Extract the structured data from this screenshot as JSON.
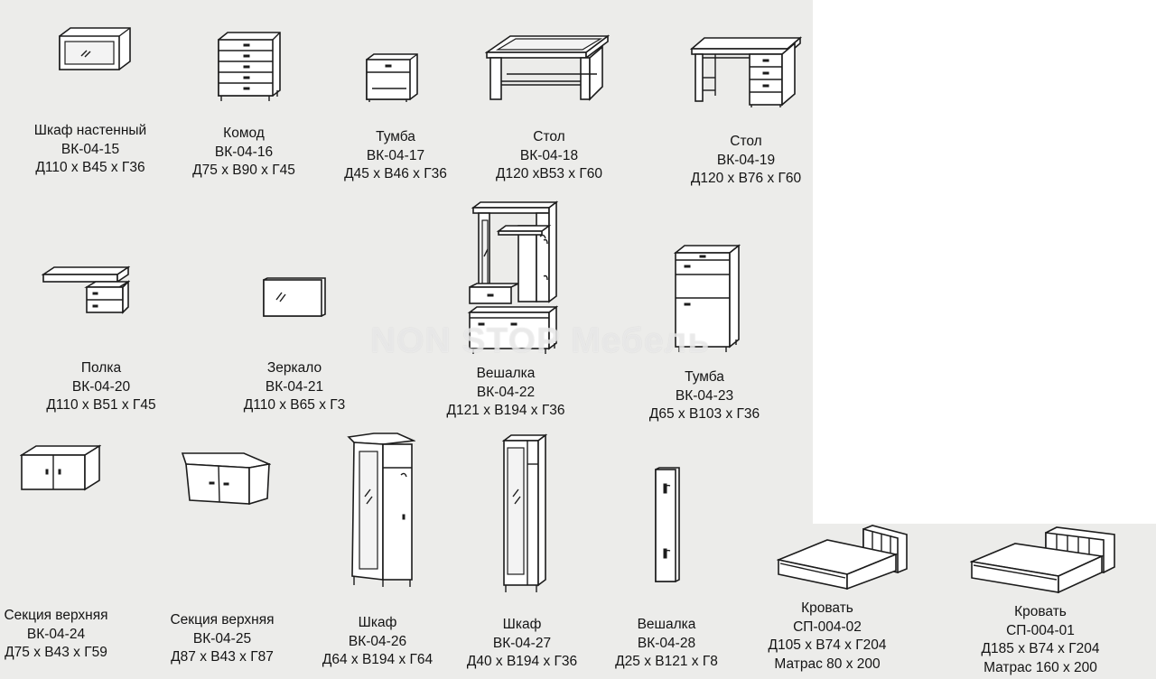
{
  "watermark": "NON STOP Мебель",
  "items": [
    {
      "name": "Шкаф настенный",
      "code": "ВК-04-15",
      "dims": "Д110 х В45 х Г36"
    },
    {
      "name": "Комод",
      "code": "ВК-04-16",
      "dims": "Д75 х В90 х Г45"
    },
    {
      "name": "Тумба",
      "code": "ВК-04-17",
      "dims": "Д45 х В46 х Г36"
    },
    {
      "name": "Стол",
      "code": "ВК-04-18",
      "dims": "Д120 хВ53 х Г60"
    },
    {
      "name": "Стол",
      "code": "ВК-04-19",
      "dims": "Д120 х В76 х Г60"
    },
    {
      "name": "Полка",
      "code": "ВК-04-20",
      "dims": "Д110 х В51 х Г45"
    },
    {
      "name": "Зеркало",
      "code": "ВК-04-21",
      "dims": "Д110 х В65 х Г3"
    },
    {
      "name": "Вешалка",
      "code": "ВК-04-22",
      "dims": "Д121 х В194 х Г36"
    },
    {
      "name": "Тумба",
      "code": "ВК-04-23",
      "dims": "Д65 х В103 х Г36"
    },
    {
      "name": "Секция верхняя",
      "code": "ВК-04-24",
      "dims": "Д75 х В43 х Г59"
    },
    {
      "name": "Секция верхняя",
      "code": "ВК-04-25",
      "dims": "Д87 х В43 х Г87"
    },
    {
      "name": "Шкаф",
      "code": "ВК-04-26",
      "dims": "Д64 х В194 х Г64"
    },
    {
      "name": "Шкаф",
      "code": "ВК-04-27",
      "dims": "Д40 х В194 х Г36"
    },
    {
      "name": "Вешалка",
      "code": "ВК-04-28",
      "dims": "Д25 х В121 х Г8"
    },
    {
      "name": "Кровать",
      "code": "СП-004-02",
      "dims": "Д105 х В74 х Г204",
      "extra": "Матрас 80 х 200"
    },
    {
      "name": "Кровать",
      "code": "СП-004-01",
      "dims": "Д185 х В74 х Г204",
      "extra": "Матрас 160 х 200"
    }
  ]
}
